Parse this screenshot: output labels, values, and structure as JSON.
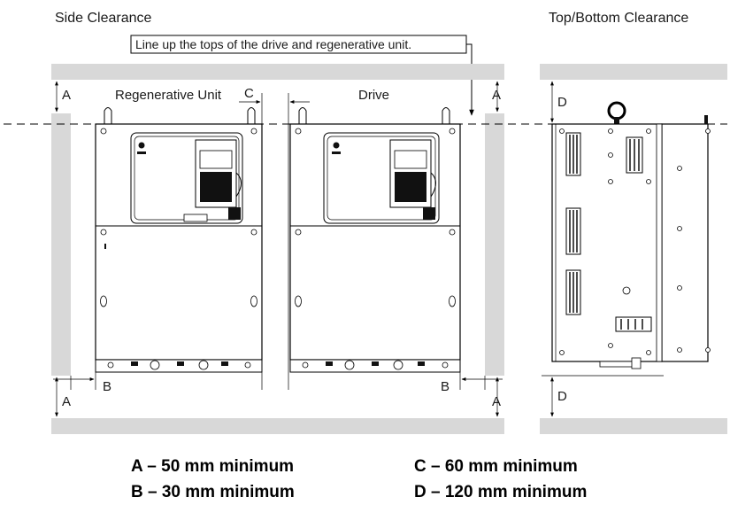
{
  "titles": {
    "side": "Side Clearance",
    "top_bottom": "Top/Bottom Clearance"
  },
  "callout": "Line up the tops of the drive and regenerative unit.",
  "labels": {
    "regen_unit": "Regenerative Unit",
    "drive": "Drive",
    "a": "A",
    "b": "B",
    "c": "C",
    "d": "D"
  },
  "legend": {
    "a": "A – 50 mm minimum",
    "b": "B – 30 mm minimum",
    "c": "C – 60 mm minimum",
    "d": "D – 120 mm minimum"
  },
  "colors": {
    "wall": "#d8d8d8",
    "line": "#000000"
  }
}
